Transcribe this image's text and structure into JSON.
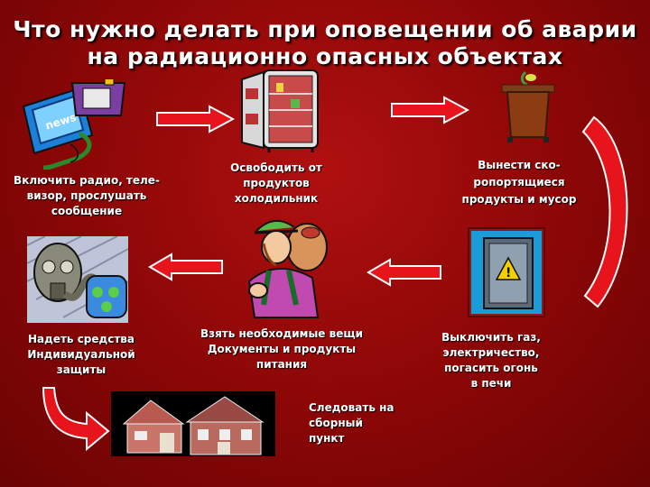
{
  "title": {
    "line1": "Что нужно делать при оповещении об аварии",
    "line2": "на радиационно опасных объектах"
  },
  "steps": {
    "radio": "Включить радио, теле-\nвизор, прослушать\nсообщение",
    "fridge": "Освободить от\nпродуктов\nхолодильник",
    "trash": "Вынести ско-\nропортящиеся\nпродукты и мусор",
    "gas": "Выключить газ,\nэлектричество,\nпогасить огонь\nв печи",
    "bag": "Взять необходимые вещи\nДокументы и продукты\nпитания",
    "mask": "Надеть средства\nИндивидуальной\nзащиты",
    "assembly": "Следовать на\nсборный\nпункт"
  },
  "icons": {
    "tv": "tv-news-icon",
    "fridge": "fridge-icon",
    "trash": "trash-bin-icon",
    "panel": "electrical-panel-icon",
    "hiker": "hiker-backpack-icon",
    "gasmask": "gas-mask-icon",
    "houses": "houses-icon"
  },
  "colors": {
    "background": "#9a0808",
    "arrow": "#e8141c",
    "text": "#ffffff"
  }
}
